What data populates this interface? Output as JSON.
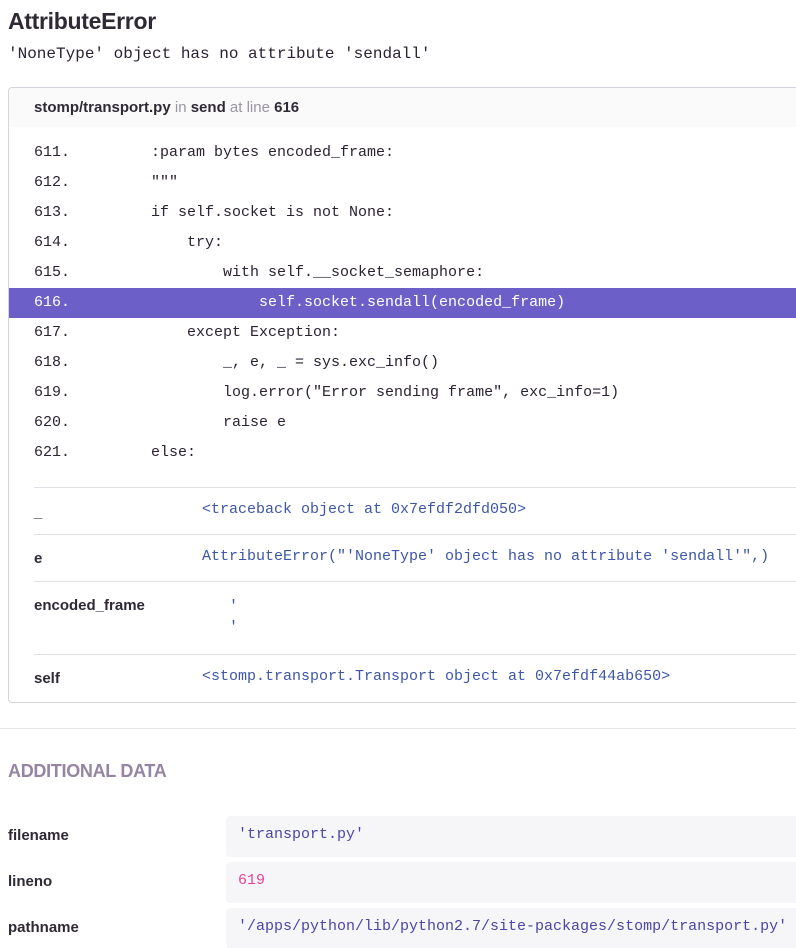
{
  "exception": {
    "type": "AttributeError",
    "message": "'NoneType' object has no attribute 'sendall'"
  },
  "frame": {
    "filename": "stomp/transport.py",
    "in_label": "in",
    "function": "send",
    "at_line_label": "at line",
    "lineno": "616",
    "code_lines": [
      {
        "num": "611.",
        "code": "        :param bytes encoded_frame:"
      },
      {
        "num": "612.",
        "code": "        \"\"\""
      },
      {
        "num": "613.",
        "code": "        if self.socket is not None:"
      },
      {
        "num": "614.",
        "code": "            try:"
      },
      {
        "num": "615.",
        "code": "                with self.__socket_semaphore:"
      },
      {
        "num": "616.",
        "code": "                    self.socket.sendall(encoded_frame)",
        "active": true
      },
      {
        "num": "617.",
        "code": "            except Exception:"
      },
      {
        "num": "618.",
        "code": "                _, e, _ = sys.exc_info()"
      },
      {
        "num": "619.",
        "code": "                log.error(\"Error sending frame\", exc_info=1)"
      },
      {
        "num": "620.",
        "code": "                raise e"
      },
      {
        "num": "621.",
        "code": "        else:"
      }
    ],
    "variables": [
      {
        "key": "_",
        "value": "<traceback object at 0x7efdf2dfd050>"
      },
      {
        "key": "e",
        "value": "AttributeError(\"'NoneType' object has no attribute 'sendall'\",)"
      },
      {
        "key": "encoded_frame",
        "value": "   '\n   '"
      },
      {
        "key": "self",
        "value": "<stomp.transport.Transport object at 0x7efdf44ab650>"
      }
    ]
  },
  "additional_data": {
    "title": "ADDITIONAL DATA",
    "rows": [
      {
        "key": "filename",
        "value": "'transport.py'"
      },
      {
        "key": "lineno",
        "value": "619"
      },
      {
        "key": "pathname",
        "value": "'/apps/python/lib/python2.7/site-packages/stomp/transport.py'"
      }
    ]
  },
  "colors": {
    "highlight": "#6c5fc7",
    "var_value": "#3d56a8",
    "string_value": "#4b45a8",
    "number_value": "#e8409a",
    "section_title": "#9585a3"
  }
}
